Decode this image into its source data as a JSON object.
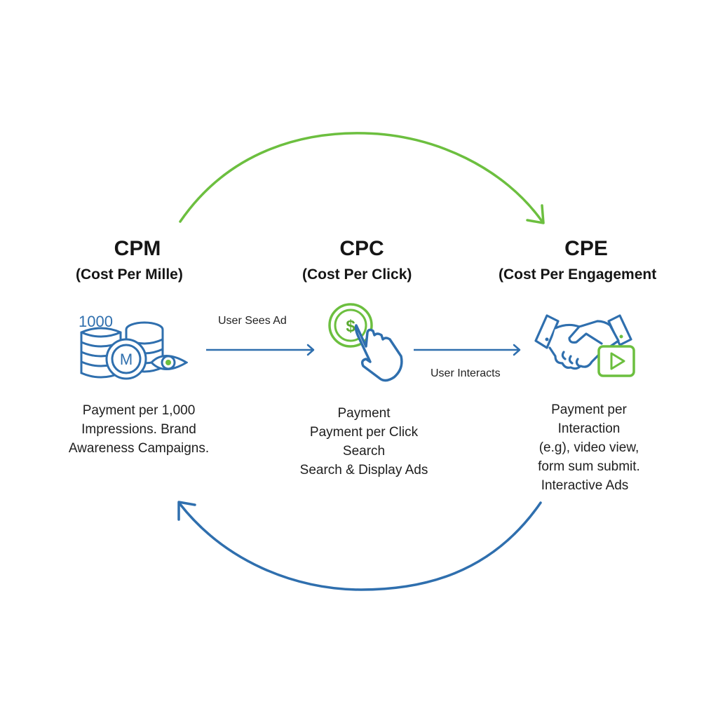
{
  "colors": {
    "green": "#6cbf3f",
    "blue": "#2f6fae",
    "text": "#151515"
  },
  "stages": [
    {
      "id": "cpm",
      "title": "CPM",
      "subtitle": "(Cost Per Mille)",
      "icon": "coin-stack-eye-icon",
      "icon_badge_text": "1000",
      "icon_coin_letter": "M",
      "description": [
        "Payment per 1,000",
        "Impressions. Brand",
        "Awareness Campaigns."
      ]
    },
    {
      "id": "cpc",
      "title": "CPC",
      "subtitle": "(Cost Per Click)",
      "icon": "click-dollar-icon",
      "icon_coin_letter": "$",
      "description": [
        "Payment",
        "Payment per Click",
        "Search",
        "Search & Display Ads"
      ]
    },
    {
      "id": "cpe",
      "title": "CPE",
      "subtitle": "(Cost Per Engagement",
      "icon": "handshake-video-icon",
      "description": [
        "Payment per",
        "Interaction",
        "(e.g), video view,",
        "form sum submit.",
        "Interactive Ads"
      ]
    }
  ],
  "flows": [
    {
      "from": "cpm",
      "to": "cpc",
      "label": "User Sees Ad"
    },
    {
      "from": "cpc",
      "to": "cpe",
      "label": "User Interacts"
    }
  ],
  "cycle_arrows": [
    {
      "name": "top-arc",
      "direction": "cpm-to-cpe",
      "color": "green"
    },
    {
      "name": "bottom-arc",
      "direction": "cpe-to-cpm",
      "color": "blue"
    }
  ]
}
